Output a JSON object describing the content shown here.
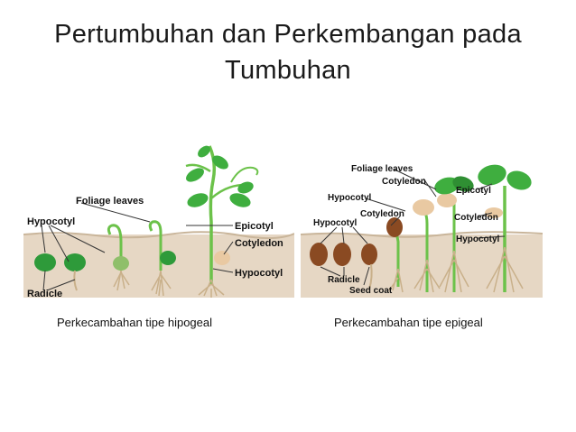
{
  "title": {
    "line1": "Pertumbuhan dan Perkembangan pada",
    "line2": "Tumbuhan"
  },
  "left_diagram": {
    "labels": {
      "foliage_leaves": "Foliage leaves",
      "hypocotyl": "Hypocotyl",
      "radicle": "Radicle",
      "epicotyl": "Epicotyl",
      "cotyledon": "Cotyledon",
      "hypocotyl_right": "Hypocotyl"
    },
    "caption": "Perkecambahan tipe hipogeal"
  },
  "right_diagram": {
    "labels": {
      "foliage_leaves": "Foliage leaves",
      "cotyledon_top": "Cotyledon",
      "epicotyl": "Epicotyl",
      "hypocotyl_top": "Hypocotyl",
      "cotyledon_mid": "Cotyledon",
      "hypocotyl_left": "Hypocotyl",
      "cotyledon_right": "Cotyledon",
      "radicle": "Radicle",
      "hypocotyl_right": "Hypocotyl",
      "seed_coat": "Seed coat"
    },
    "caption": "Perkecambahan tipe epigeal"
  },
  "colors": {
    "soil": "#e6d7c4",
    "soil_line": "#c9b59a",
    "leaf": "#3fae3f",
    "leaf_dark": "#2f8f33",
    "stem": "#6cc24a",
    "root": "#c9b08a",
    "seed_brown": "#8a4a22",
    "cotyledon": "#e9c9a2"
  }
}
